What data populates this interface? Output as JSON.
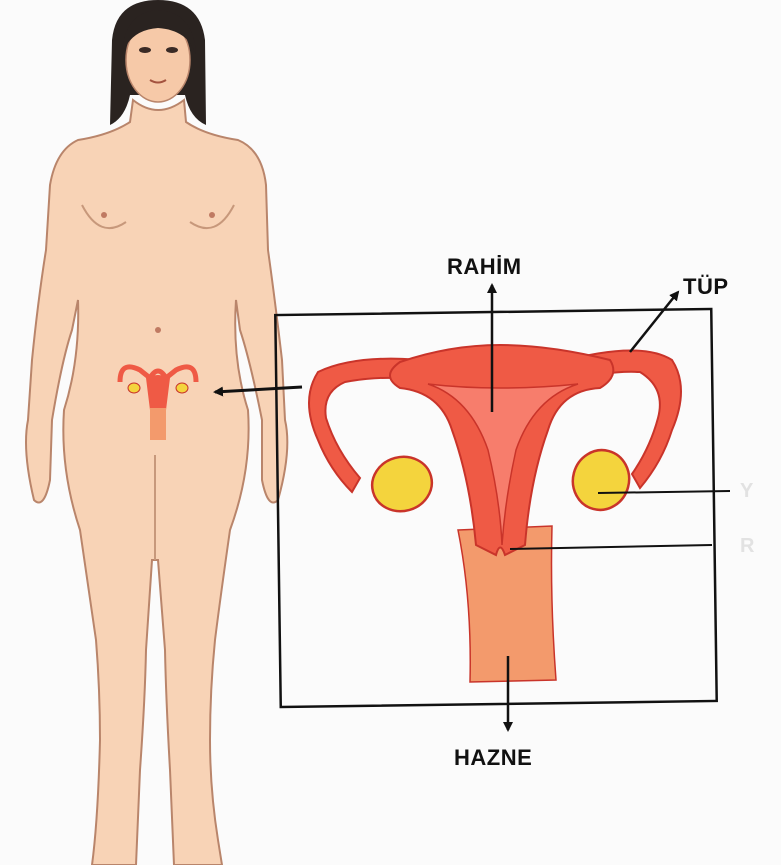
{
  "labels": {
    "uterus": "RAHİM",
    "tube": "TÜP",
    "vagina": "HAZNE"
  },
  "colors": {
    "background": "#fbfbfb",
    "skin": "#f8d3b6",
    "skin_outline": "#b9856b",
    "organ": "#ef5a45",
    "organ_outline": "#c9342a",
    "ovary": "#f4d43d",
    "vagina": "#f39a6c",
    "lines": "#111111"
  }
}
